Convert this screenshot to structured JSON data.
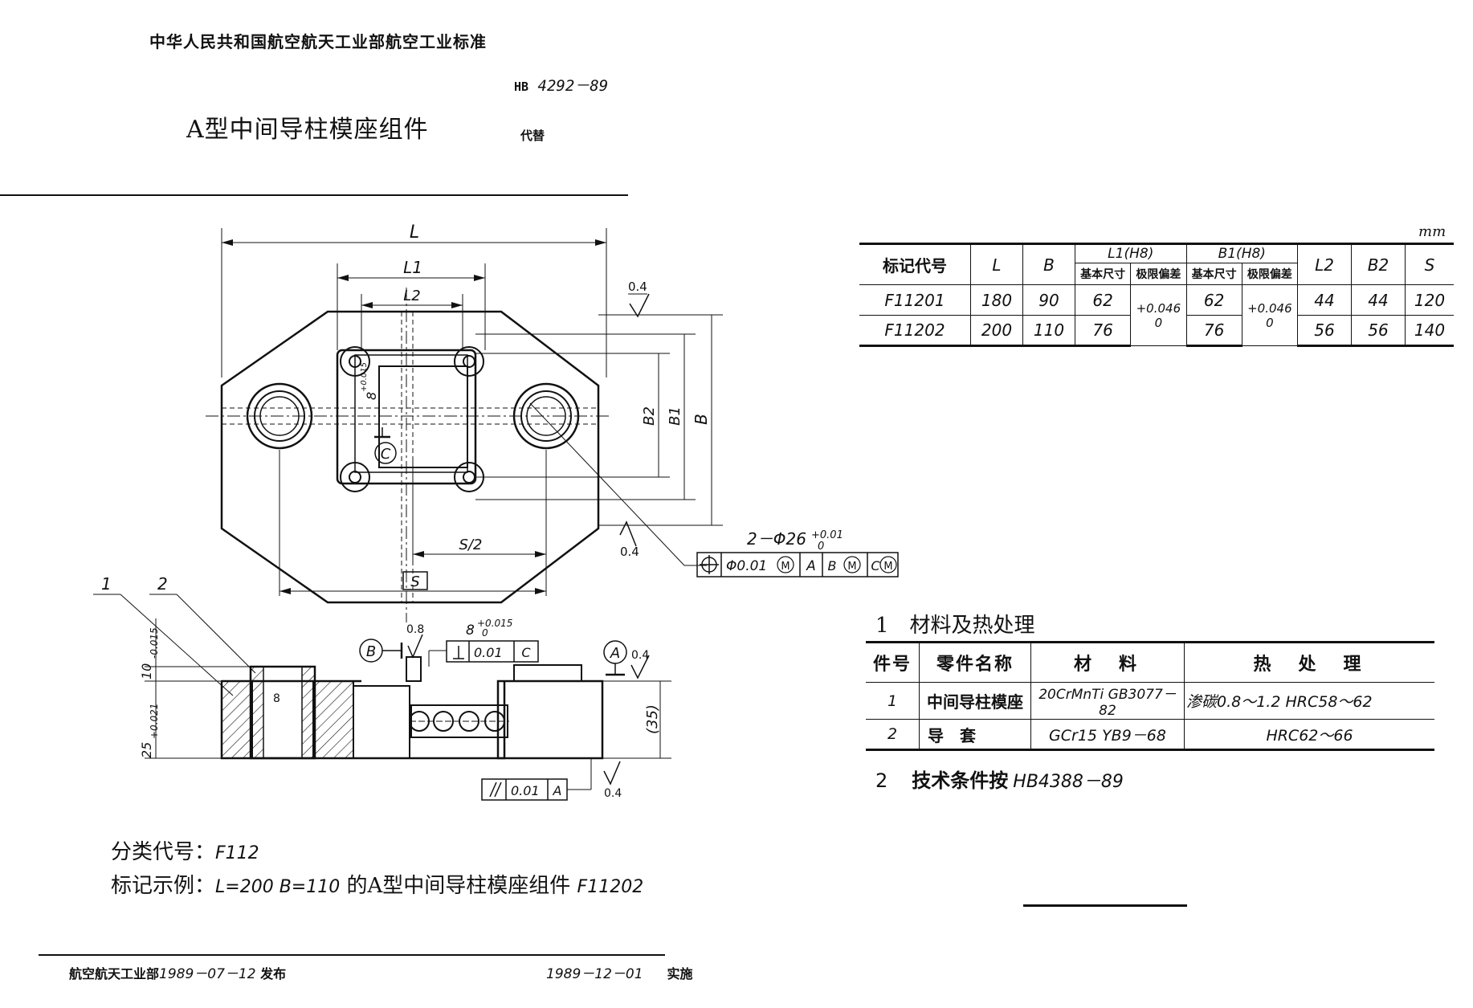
{
  "header": {
    "authority": "中华人民共和国航空航天工业部航空工业标准",
    "std_prefix": "HB",
    "std_number": "4292－89",
    "title": "A型中间导柱模座组件",
    "replaces_label": "代替"
  },
  "dim_table": {
    "unit": "mm",
    "headers": {
      "code": "标记代号",
      "L": "L",
      "B": "B",
      "L1": "L1(H8)",
      "B1": "B1(H8)",
      "L2": "L2",
      "B2": "B2",
      "S": "S",
      "basic": "基本尺寸",
      "limit": "极限偏差"
    },
    "tolerance_upper": "+0.046",
    "tolerance_lower": "0",
    "rows": [
      {
        "code": "F11201",
        "L": "180",
        "B": "90",
        "L1": "62",
        "B1": "62",
        "L2": "44",
        "B2": "44",
        "S": "120"
      },
      {
        "code": "F11202",
        "L": "200",
        "B": "110",
        "L1": "76",
        "B1": "76",
        "L2": "56",
        "B2": "56",
        "S": "140"
      }
    ]
  },
  "materials": {
    "section_no": "1",
    "section_title": "材料及热处理",
    "headers": {
      "part_no": "件号",
      "name": "零件名称",
      "material": "材　料",
      "heat": "热　处　理"
    },
    "rows": [
      {
        "no": "1",
        "name": "中间导柱模座",
        "material": "20CrMnTi  GB3077－82",
        "heat": "渗碳0.8～1.2  HRC58～62"
      },
      {
        "no": "2",
        "name": "导　套",
        "material": "GCr15  YB9－68",
        "heat": "HRC62～66"
      }
    ]
  },
  "tech": {
    "section_no": "2",
    "label": "技术条件按",
    "value": "HB4388－89"
  },
  "classification": {
    "label": "分类代号",
    "value": "F112"
  },
  "example": {
    "label": "标记示例",
    "value_prefix": "L=200  B=110",
    "text": "的A型中间导柱模座组件",
    "code": "F11202"
  },
  "footer": {
    "issuer": "航空航天工业部",
    "issued_date": "1989－07－12",
    "issued_label": "发布",
    "effective_date": "1989－12－01",
    "effective_label": "实施"
  },
  "drawing": {
    "labels": {
      "L": "L",
      "L1": "L1",
      "L2": "L2",
      "B": "B",
      "B1": "B1",
      "B2": "B2",
      "S": "S",
      "S_half": "S/2",
      "datum_C": "C",
      "datum_A": "A",
      "datum_B": "B",
      "roughness_04": "0.4",
      "roughness_08": "0.8",
      "hole_spec": "2－Φ26",
      "hole_tol_upper": "+0.01",
      "hole_tol_lower": "0",
      "pos_tol": "Φ0.01",
      "mmc": "M",
      "slot_spec": "8",
      "slot_tol_upper": "+0.015",
      "slot_tol_lower": "0",
      "perp_tol": "0.01",
      "par_tol": "0.01",
      "dim_10": "10",
      "dim_10_tol": "-0.015",
      "dim_25": "25",
      "dim_25_tol": "+0.021",
      "dim_35": "(35)",
      "dim_8": "8",
      "dim_8_tol": "+0.015",
      "callout_1": "1",
      "callout_2": "2"
    }
  }
}
